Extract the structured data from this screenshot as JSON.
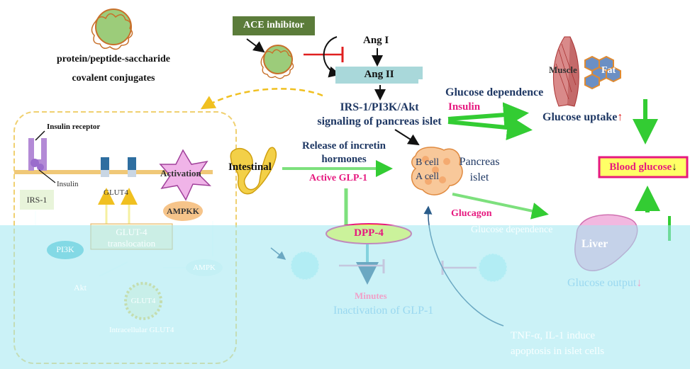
{
  "conjugate": {
    "line1": "protein/peptide-saccharide",
    "line2": "covalent conjugates"
  },
  "ace_inhibitor": "ACE inhibitor",
  "ang1": "Ang I",
  "ang2": "Ang II",
  "irs_pathway": {
    "line1": "IRS-1/PI3K/Akt",
    "line2": "signaling of pancreas islet"
  },
  "glucose_dependence_top": "Glucose dependence",
  "insulin_hormone": "Insulin",
  "muscle": "Muscle",
  "fat": "Fat",
  "glucose_uptake": "Glucose uptake",
  "up_arrow": "↑",
  "blood_glucose": "Blood glucose",
  "down_arrow": "↓",
  "insulin_receptor": "Insulin receptor",
  "insulin_small": "Insulin",
  "glut4": "GLUT4",
  "activation": "Activation",
  "irs1": "IRS-1",
  "ampkk": "AMPKK",
  "glut4_translocation": {
    "line1": "GLUT-4",
    "line2": "translocation"
  },
  "pi3k": "PI3K",
  "akt": "Akt",
  "ampk": "AMPK",
  "glut4_circle": "GLUT4",
  "intracellular_glut4": "Intracellular GLUT4",
  "intestinal": "Intestinal",
  "incretin": {
    "line1": "Release of incretin",
    "line2": "hormones"
  },
  "active_glp1": "Active GLP-1",
  "b_cell": "B cell",
  "a_cell": "A cell",
  "pancreas": {
    "line1": "Pancreas",
    "line2": "islet"
  },
  "glucagon": "Glucagon",
  "glucose_dependence_bottom": "Glucose dependence",
  "liver": "Liver",
  "glucose_output": "Glucose output",
  "dpp4": "DPP-4",
  "minutes": "Minutes",
  "inactivation": "Inactivation of GLP-1",
  "tnf": {
    "line1": "TNF-α, IL-1 induce",
    "line2": "apoptosis in islet cells"
  },
  "colors": {
    "ace_box": "#5b7c3a",
    "ang2_box": "#a9d8da",
    "green_arrow": "#33cc33",
    "red_inhibit": "#e02020",
    "pink_text": "#e6197f",
    "navy": "#1f3864",
    "blood_box_fill": "#ffff66",
    "blood_box_border": "#e6197f",
    "dpp4_fill": "#ffff33"
  }
}
